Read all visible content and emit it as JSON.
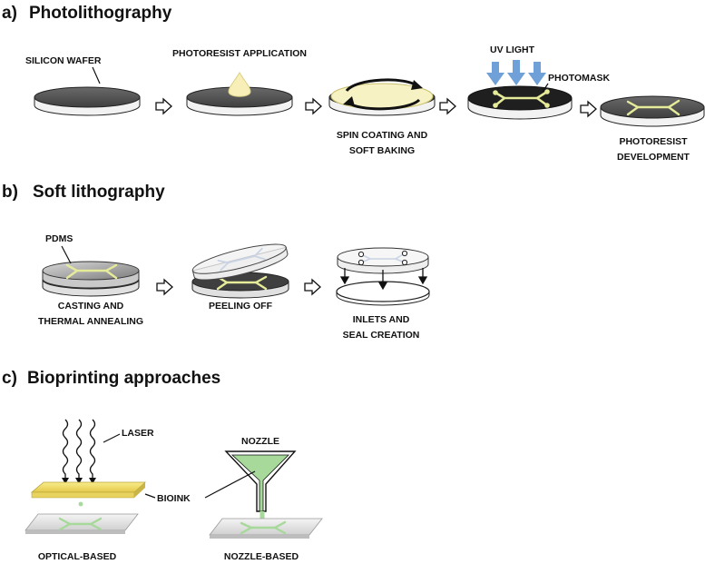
{
  "sections": [
    {
      "letter": "a)",
      "title": "Photolithography",
      "steps": [
        {
          "label": "SILICON WAFER",
          "caption": []
        },
        {
          "label": "PHOTORESIST APPLICATION",
          "caption": []
        },
        {
          "label": "",
          "caption": [
            "SPIN COATING AND",
            "SOFT BAKING"
          ]
        },
        {
          "label": "PHOTOMASK",
          "caption": [],
          "extra_label": "UV LIGHT"
        },
        {
          "label": "",
          "caption": [
            "PHOTORESIST",
            "DEVELOPMENT"
          ]
        }
      ]
    },
    {
      "letter": "b)",
      "title": "Soft lithography",
      "steps": [
        {
          "label": "PDMS",
          "caption": [
            "CASTING AND",
            "THERMAL ANNEALING"
          ]
        },
        {
          "label": "",
          "caption": [
            "PEELING OFF"
          ]
        },
        {
          "label": "",
          "caption": [
            "INLETS AND",
            "SEAL CREATION"
          ]
        }
      ]
    },
    {
      "letter": "c)",
      "title": "Bioprinting approaches",
      "approaches": [
        {
          "caption": "OPTICAL-BASED",
          "labels": [
            "LASER",
            "BIOINK"
          ]
        },
        {
          "caption": "NOZZLE-BASED",
          "labels": [
            "NOZZLE"
          ]
        }
      ]
    }
  ],
  "colors": {
    "wafer_top": "#5e5e5e",
    "wafer_side": "#f2f2f2",
    "resist": "#f7f2c4",
    "channel": "#e6eb9a",
    "uv_arrow": "#6fa0d8",
    "bioink": "#f3e06a",
    "nozzle_ink": "#a6d99a"
  }
}
